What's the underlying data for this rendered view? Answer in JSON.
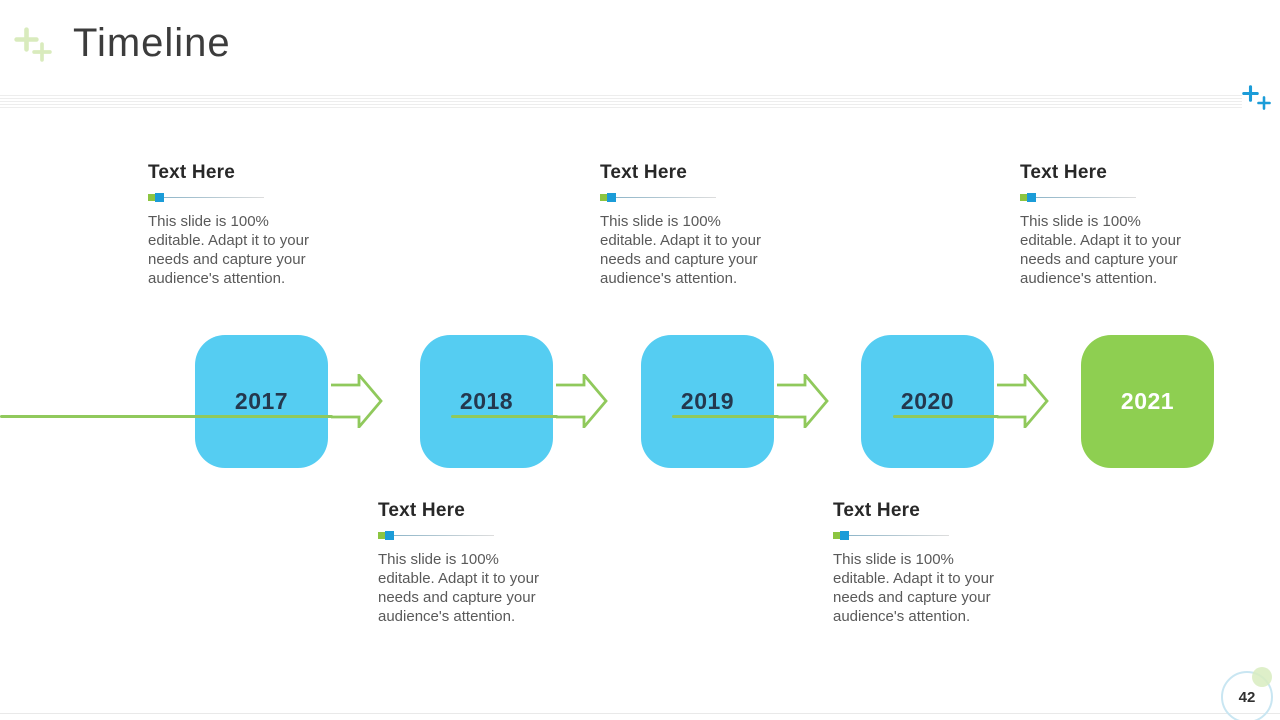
{
  "slide": {
    "title": "Timeline",
    "page_number": "42"
  },
  "callouts": {
    "items": [
      {
        "heading": "Text Here",
        "body": "This slide is 100% editable. Adapt it to your needs and capture your audience's attention."
      },
      {
        "heading": "Text Here",
        "body": "This slide is 100% editable. Adapt it to your needs and capture your audience's attention."
      },
      {
        "heading": "Text Here",
        "body": "This slide is 100% editable. Adapt it to your needs and capture your audience's attention."
      },
      {
        "heading": "Text Here",
        "body": "This slide is 100% editable. Adapt it to your needs and capture your audience's attention."
      },
      {
        "heading": "Text Here",
        "body": "This slide is 100% editable. Adapt it to your needs and capture your audience's attention."
      }
    ]
  },
  "timeline": {
    "years": [
      "2017",
      "2018",
      "2019",
      "2020",
      "2021"
    ],
    "highlight_year": "2021"
  },
  "icons": {
    "title_decoration": "plus-icon",
    "corner_decoration": "plus-icon",
    "connector": "arrow-right-icon"
  },
  "colors": {
    "box_blue": "#55CDF2",
    "box_green": "#8ECF51",
    "arrow_green": "#90C95C",
    "accent_blue": "#1B9CD8",
    "accent_green": "#8CC541",
    "year_text_blue_box": "#24384E",
    "year_text_green_box": "#FFFFFF",
    "title_text": "#3C3C3C",
    "heading_text": "#282828",
    "body_text": "#595959",
    "title_plus_green": "#D9EBBD",
    "badge_ring": "#C9E6F2",
    "badge_text": "#303030",
    "badge_blob_green": "#D8ECBF"
  }
}
